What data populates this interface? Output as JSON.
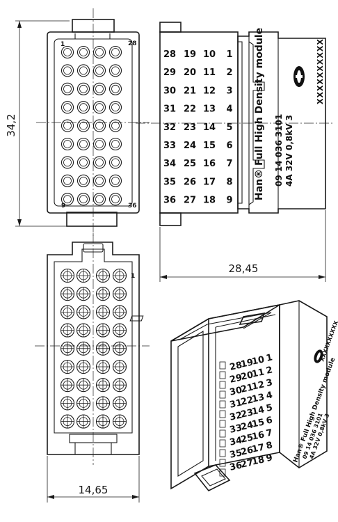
{
  "dimensions": {
    "height": "34,2",
    "depth": "28,45",
    "width": "14,65"
  },
  "corner_labels": {
    "top_left": "1",
    "top_right": "28",
    "bottom_left": "9",
    "bottom_right": "36",
    "bottom_view_pin": "1"
  },
  "pin_columns": [
    [
      "28",
      "29",
      "30",
      "31",
      "32",
      "33",
      "34",
      "35",
      "36"
    ],
    [
      "19",
      "20",
      "21",
      "22",
      "23",
      "24",
      "25",
      "26",
      "27"
    ],
    [
      "10",
      "11",
      "12",
      "13",
      "14",
      "15",
      "16",
      "17",
      "18"
    ],
    [
      "1",
      "2",
      "3",
      "4",
      "5",
      "6",
      "7",
      "8",
      "9"
    ]
  ],
  "module_label": {
    "title": "Han® Full High Density module",
    "part_number": "09 14 036 3101",
    "rating": "4A 32V 0,8kV 3",
    "date_code": "XXXXXXXXXX",
    "brand_logo": "harting-logo"
  },
  "iso_pin_columns": [
    [
      "28",
      "29",
      "30",
      "31",
      "32",
      "33",
      "34",
      "35",
      "36"
    ],
    [
      "19",
      "20",
      "21",
      "22",
      "23",
      "24",
      "25",
      "26",
      "27"
    ],
    [
      "10",
      "11",
      "12",
      "13",
      "14",
      "15",
      "16",
      "17",
      "18"
    ],
    [
      "1",
      "2",
      "3",
      "4",
      "5",
      "6",
      "7",
      "8",
      "9"
    ]
  ],
  "colors": {
    "line": "#1a1a1a",
    "background": "#ffffff"
  }
}
